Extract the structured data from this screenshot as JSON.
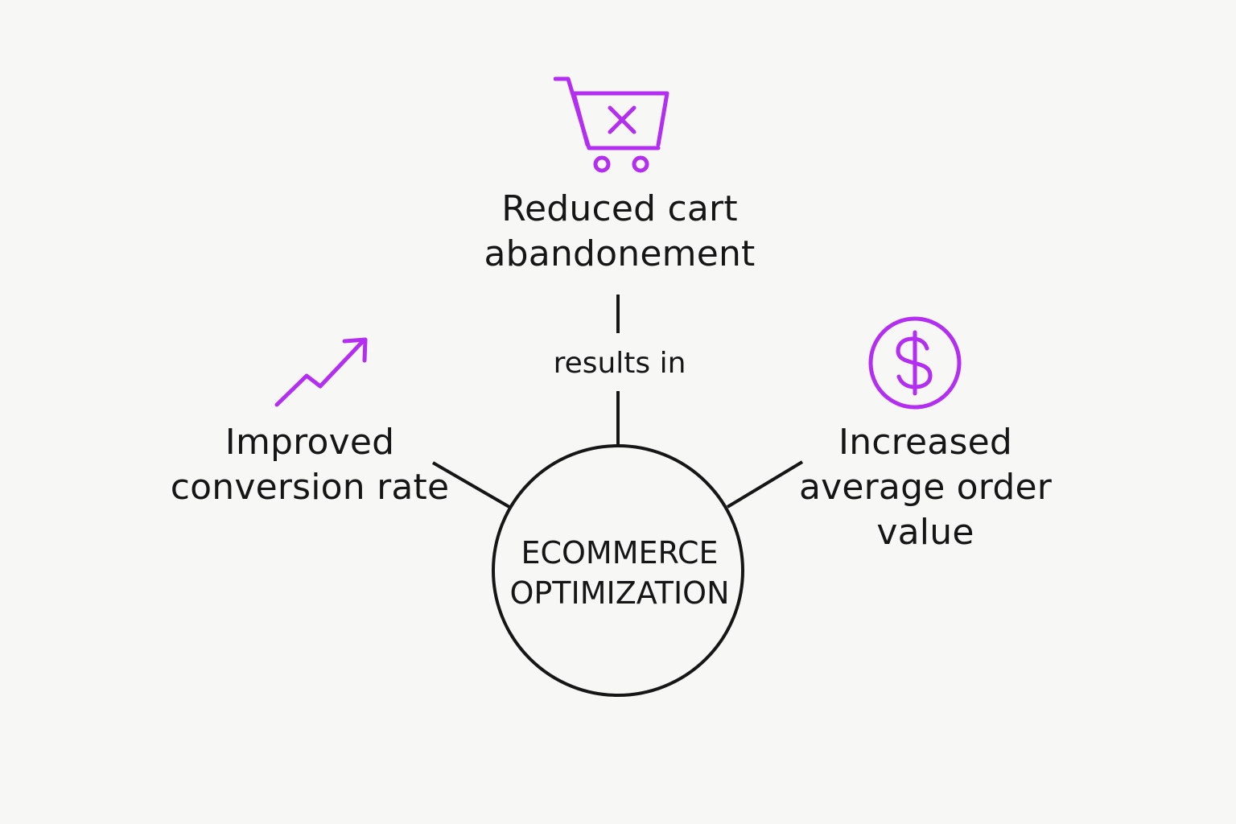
{
  "diagram": {
    "center": {
      "line1": "ECOMMERCE",
      "line2": "OPTIMIZATION"
    },
    "connector_label": "results in",
    "outcomes": {
      "top": {
        "icon": "shopping-cart-x-icon",
        "line1": "Reduced cart",
        "line2": "abandonement"
      },
      "left": {
        "icon": "trending-up-arrow-icon",
        "line1": "Improved",
        "line2": "conversion rate"
      },
      "right": {
        "icon": "dollar-circle-icon",
        "line1": "Increased",
        "line2": "average order",
        "line3": "value"
      }
    },
    "colors": {
      "accent": "#b32ef0",
      "line": "#161616",
      "background": "#f7f7f6"
    }
  }
}
